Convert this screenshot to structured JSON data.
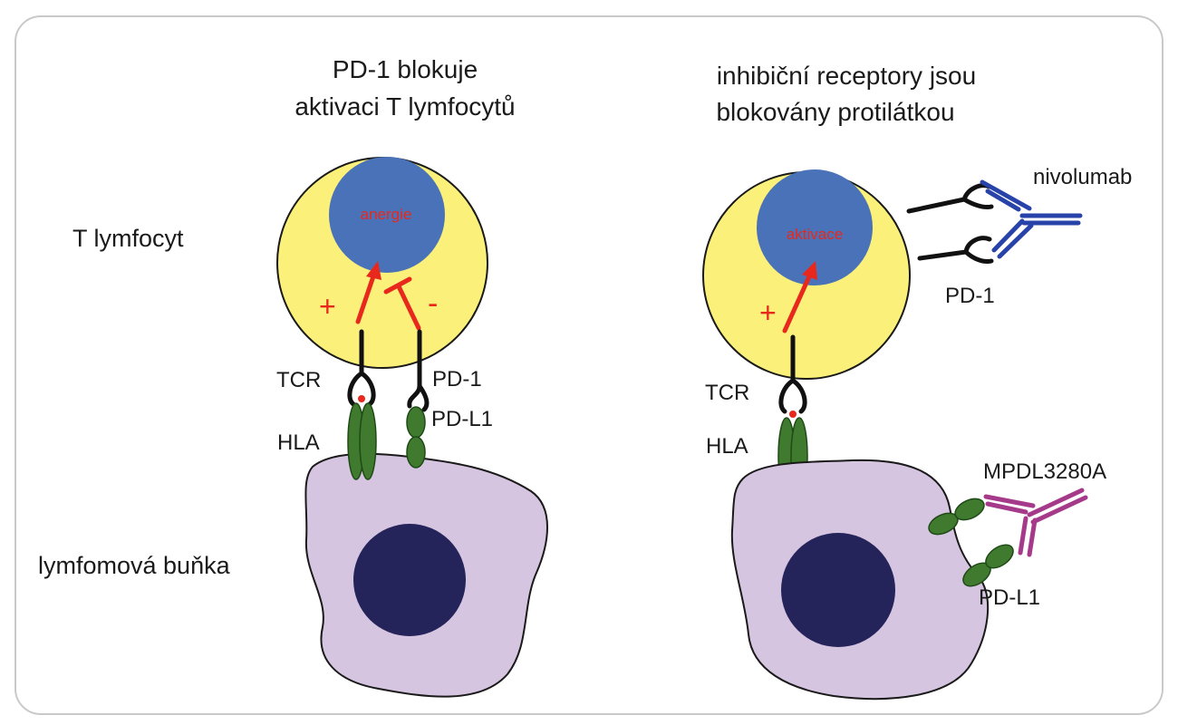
{
  "panels": {
    "left": {
      "title_line1": "PD-1 blokuje",
      "title_line2": "aktivaci T lymfocytů",
      "nucleus_text": "anergie",
      "plus_sign": "+",
      "minus_sign": "-",
      "tcr": "TCR",
      "pd1": "PD-1",
      "hla": "HLA",
      "pdl1": "PD-L1"
    },
    "right": {
      "title_line1": "inhibiční receptory jsou",
      "title_line2": "blokovány protilátkou",
      "nucleus_text": "aktivace",
      "plus_sign": "+",
      "antibody_top": "nivolumab",
      "pd1": "PD-1",
      "tcr": "TCR",
      "hla": "HLA",
      "antibody_bottom": "MPDL3280A",
      "pdl1": "PD-L1"
    }
  },
  "side_labels": {
    "t_cell": "T lymfocyt",
    "tumor_cell": "lymfomová buňka"
  },
  "colors": {
    "t_cell_fill": "#fbf07a",
    "nucleus_fill": "#4a72b8",
    "signal_red": "#e8281c",
    "receptor_green": "#3f7a2e",
    "tumor_fill": "#d6c5e0",
    "tumor_nucleus": "#25245a",
    "nivolumab_blue": "#2742a8",
    "mpdl_magenta": "#a63a8a"
  }
}
